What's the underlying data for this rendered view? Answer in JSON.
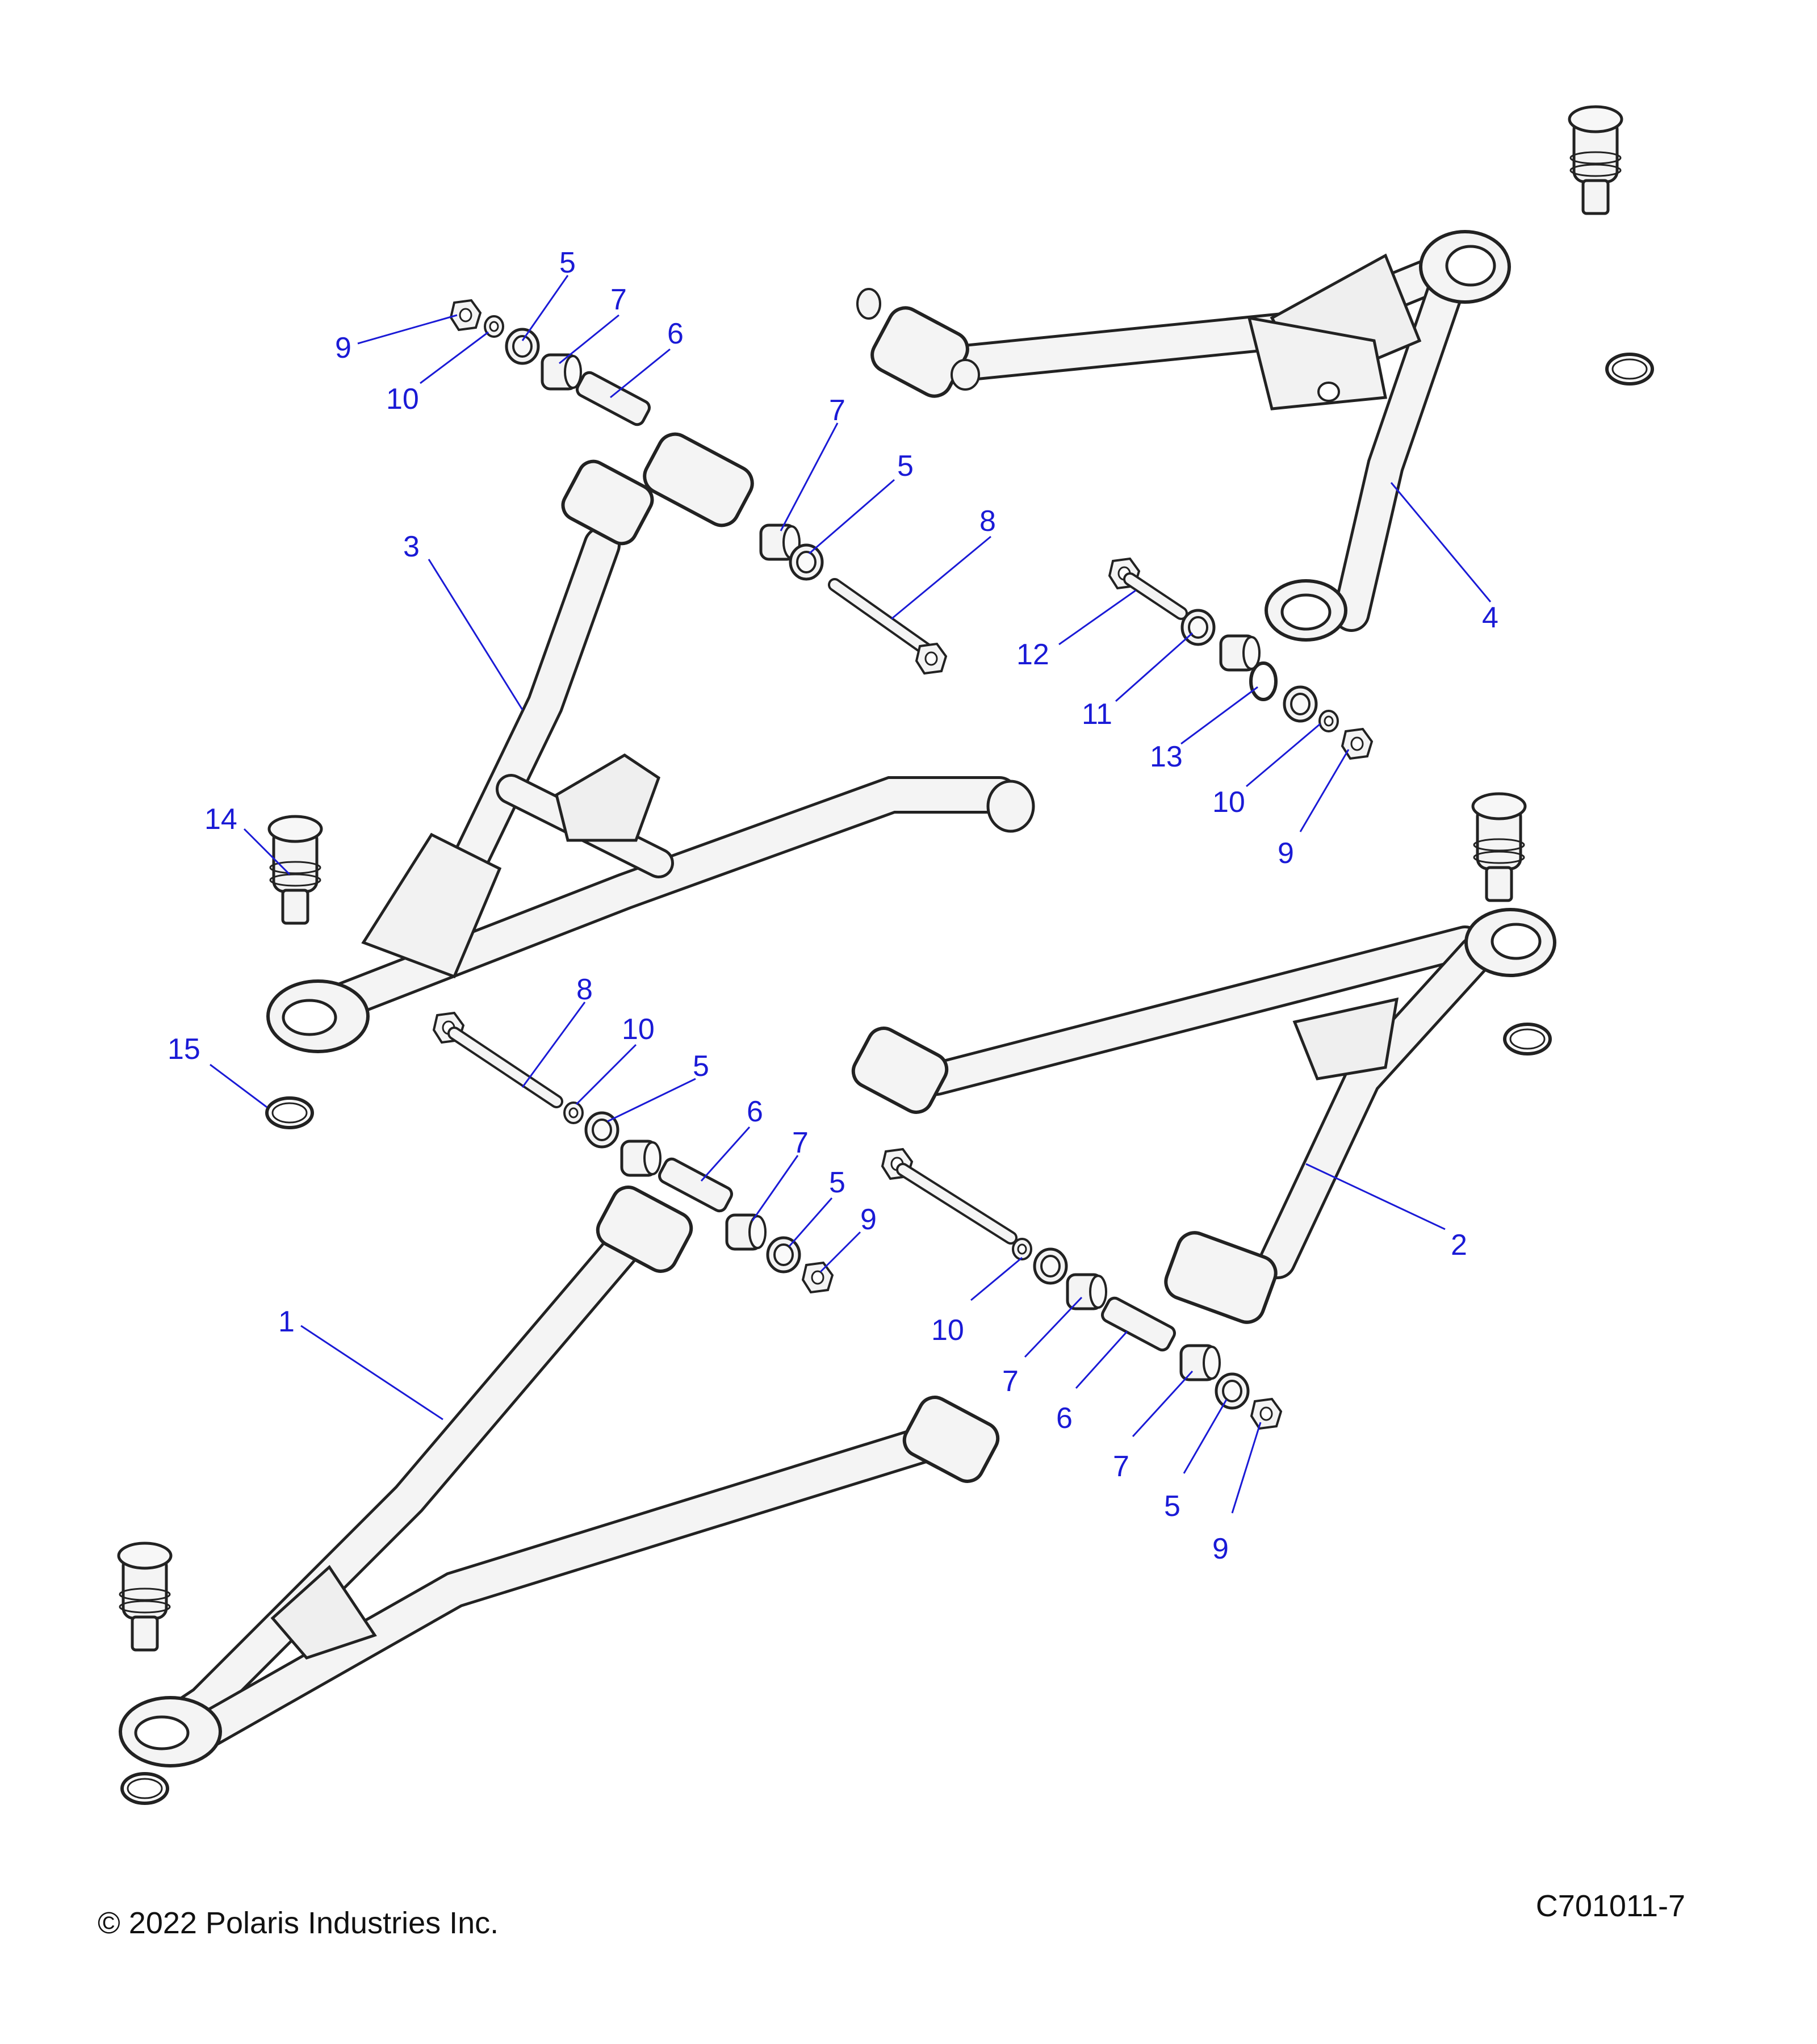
{
  "diagram": {
    "colors": {
      "callout": "#1a1ad6",
      "leader": "#1a1ad6",
      "outline": "#222222",
      "part_fill": "#f4f4f4"
    },
    "labels": [
      {
        "id": "c9a",
        "text": "9"
      },
      {
        "id": "c10a",
        "text": "10"
      },
      {
        "id": "c5a",
        "text": "5"
      },
      {
        "id": "c7a",
        "text": "7"
      },
      {
        "id": "c6a",
        "text": "6"
      },
      {
        "id": "c7b",
        "text": "7"
      },
      {
        "id": "c5b",
        "text": "5"
      },
      {
        "id": "c8a",
        "text": "8"
      },
      {
        "id": "c3",
        "text": "3"
      },
      {
        "id": "c4",
        "text": "4"
      },
      {
        "id": "c12",
        "text": "12"
      },
      {
        "id": "c11",
        "text": "11"
      },
      {
        "id": "c13",
        "text": "13"
      },
      {
        "id": "c10b",
        "text": "10"
      },
      {
        "id": "c9b",
        "text": "9"
      },
      {
        "id": "c14",
        "text": "14"
      },
      {
        "id": "c15",
        "text": "15"
      },
      {
        "id": "c8b",
        "text": "8"
      },
      {
        "id": "c10c",
        "text": "10"
      },
      {
        "id": "c5c",
        "text": "5"
      },
      {
        "id": "c6b",
        "text": "6"
      },
      {
        "id": "c7c",
        "text": "7"
      },
      {
        "id": "c5d",
        "text": "5"
      },
      {
        "id": "c9c",
        "text": "9"
      },
      {
        "id": "c2",
        "text": "2"
      },
      {
        "id": "c1",
        "text": "1"
      },
      {
        "id": "c10d",
        "text": "10"
      },
      {
        "id": "c7d",
        "text": "7"
      },
      {
        "id": "c6c",
        "text": "6"
      },
      {
        "id": "c7e",
        "text": "7"
      },
      {
        "id": "c5e",
        "text": "5"
      },
      {
        "id": "c9d",
        "text": "9"
      }
    ],
    "copyright": "© 2022 Polaris Industries Inc.",
    "figure_id": "C701011-7"
  }
}
